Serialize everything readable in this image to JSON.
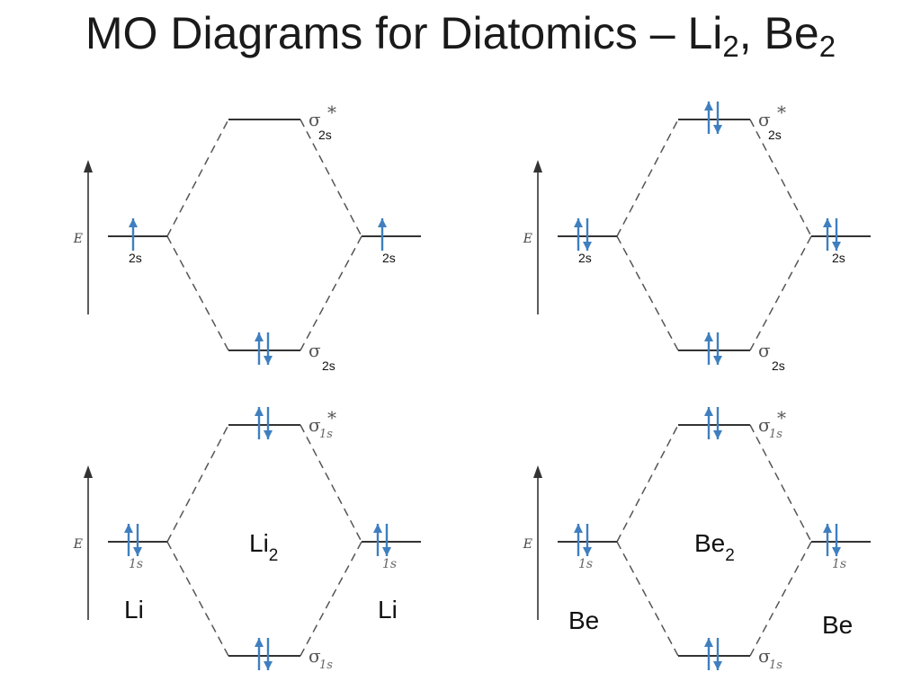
{
  "title": {
    "text": "MO Diagrams for Diatomics – Li",
    "sub1": "2",
    "mid": ", Be",
    "sub2": "2"
  },
  "energy_axis_label": "E",
  "colors": {
    "electron": "#3f7fbf",
    "level": "#333333",
    "dashed": "#555555"
  },
  "diagrams": [
    {
      "id": "li2-2s",
      "atom_label": "",
      "molecule_label": "",
      "molecule_sub": "",
      "left_ao": {
        "label": "2s",
        "electrons": 1
      },
      "right_ao": {
        "label": "2s",
        "electrons": 1
      },
      "antibonding": {
        "symbol": "σ",
        "sub": "2s",
        "star": "*",
        "electrons": 0
      },
      "bonding": {
        "symbol": "σ",
        "sub": "2s",
        "electrons": 2
      }
    },
    {
      "id": "be2-2s",
      "atom_label": "",
      "molecule_label": "",
      "molecule_sub": "",
      "left_ao": {
        "label": "2s",
        "electrons": 2
      },
      "right_ao": {
        "label": "2s",
        "electrons": 2
      },
      "antibonding": {
        "symbol": "σ",
        "sub": "2s",
        "star": "*",
        "electrons": 2
      },
      "bonding": {
        "symbol": "σ",
        "sub": "2s",
        "electrons": 2
      }
    },
    {
      "id": "li2-1s",
      "atom_label": "Li",
      "molecule_label": "Li",
      "molecule_sub": "2",
      "left_ao": {
        "label": "1s",
        "electrons": 2
      },
      "right_ao": {
        "label": "1s",
        "electrons": 2
      },
      "antibonding": {
        "symbol": "σ",
        "sub": "1s",
        "star": "*",
        "electrons": 2
      },
      "bonding": {
        "symbol": "σ",
        "sub": "1s",
        "electrons": 2
      }
    },
    {
      "id": "be2-1s",
      "atom_label": "Be",
      "molecule_label": "Be",
      "molecule_sub": "2",
      "left_ao": {
        "label": "1s",
        "electrons": 2
      },
      "right_ao": {
        "label": "1s",
        "electrons": 2
      },
      "antibonding": {
        "symbol": "σ",
        "sub": "1s",
        "star": "*",
        "electrons": 2
      },
      "bonding": {
        "symbol": "σ",
        "sub": "1s",
        "electrons": 2
      }
    }
  ]
}
